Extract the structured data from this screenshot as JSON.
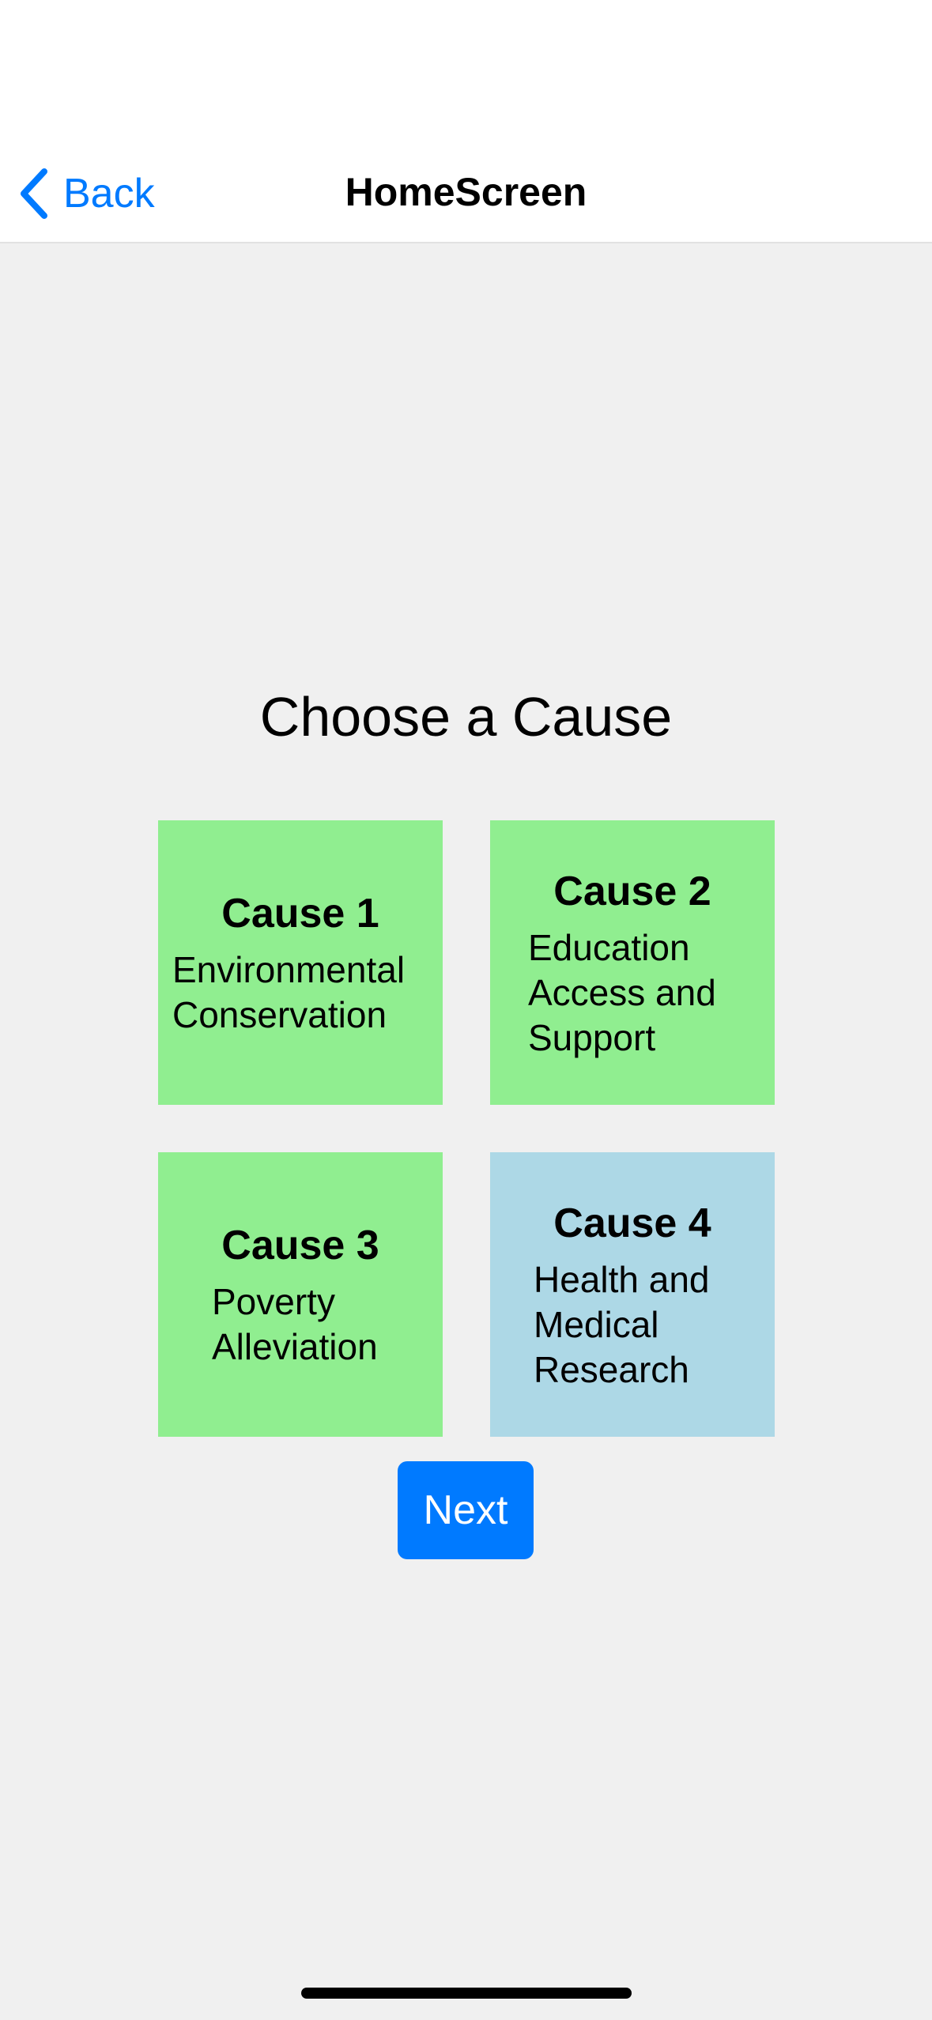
{
  "nav": {
    "back_label": "Back",
    "title": "HomeScreen"
  },
  "main": {
    "heading": "Choose a Cause",
    "causes": [
      {
        "title": "Cause 1",
        "description": "Environmental\nConservation",
        "color": "#90ee90"
      },
      {
        "title": "Cause 2",
        "description": "Education\nAccess and\nSupport",
        "color": "#90ee90"
      },
      {
        "title": "Cause 3",
        "description": "Poverty\nAlleviation",
        "color": "#90ee90"
      },
      {
        "title": "Cause 4",
        "description": "Health and\nMedical\nResearch",
        "color": "#add8e6"
      }
    ],
    "next_label": "Next"
  },
  "colors": {
    "accent": "#007aff",
    "tile_default": "#90ee90",
    "tile_highlight": "#add8e6",
    "background": "#f0f0f0"
  },
  "icons": {
    "back": "chevron-left-icon"
  }
}
